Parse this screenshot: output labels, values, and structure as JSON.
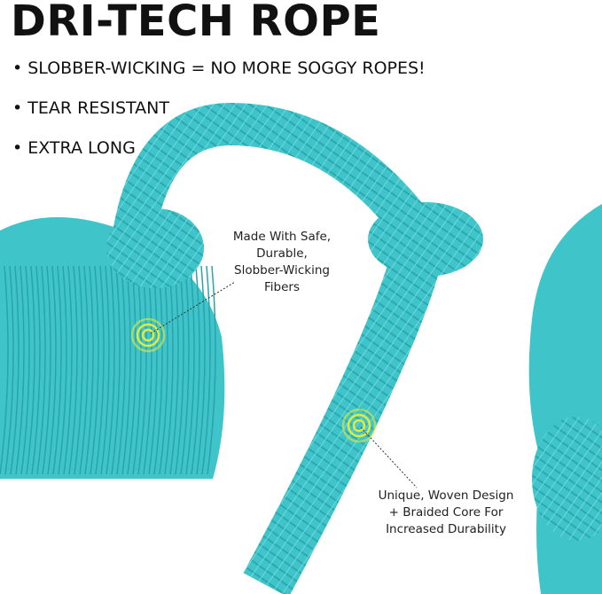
{
  "title": "DRI-TECH ROPE",
  "bullets": [
    "• SLOBBER-WICKING = NO MORE SOGGY ROPES!",
    "• TEAR RESISTANT",
    "• EXTRA LONG"
  ],
  "callouts": [
    {
      "lines": [
        "Made With Safe,",
        "Durable,",
        "Slobber-Wicking",
        "Fibers"
      ]
    },
    {
      "lines": [
        "Unique, Woven Design",
        "+ Braided Core For",
        "Increased Durability"
      ]
    }
  ],
  "colors": {
    "rope": "#3fc4ca",
    "rope_dark": "#25a4ab",
    "marker": "#e4ea3c",
    "text": "#111111"
  }
}
